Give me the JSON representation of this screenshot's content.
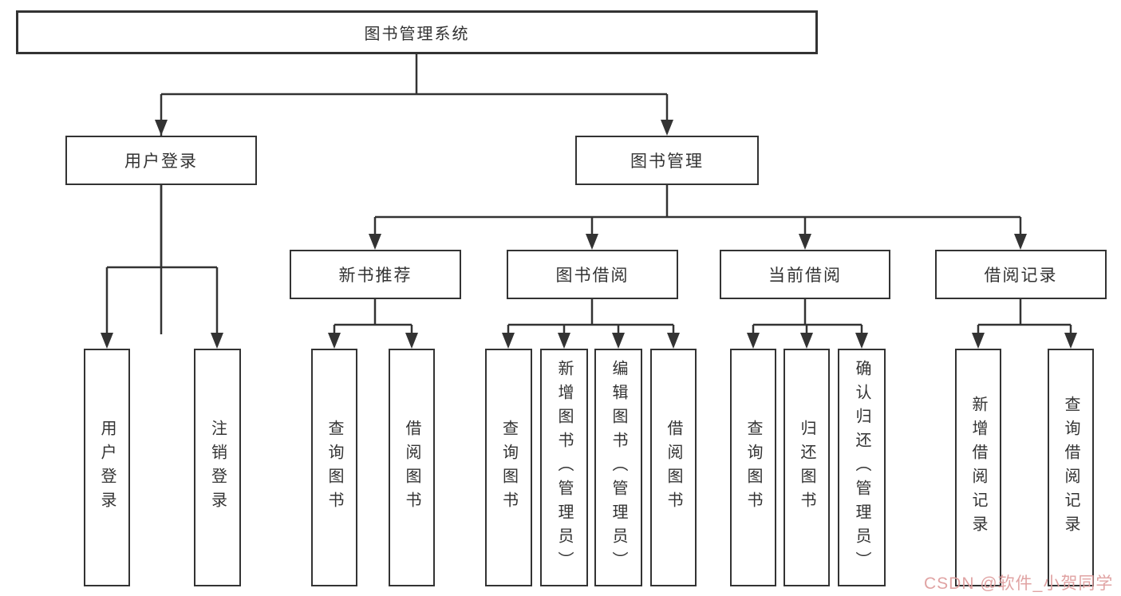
{
  "diagram": {
    "root": "图书管理系统",
    "user_login": {
      "label": "用户登录",
      "children": [
        "用户登录",
        "注销登录"
      ]
    },
    "book_mgmt": {
      "label": "图书管理",
      "modules": [
        {
          "label": "新书推荐",
          "children": [
            "查询图书",
            "借阅图书"
          ]
        },
        {
          "label": "图书借阅",
          "children": [
            "查询图书",
            "新增图书（管理员）",
            "编辑图书（管理员）",
            "借阅图书"
          ]
        },
        {
          "label": "当前借阅",
          "children": [
            "查询图书",
            "归还图书",
            "确认归还（管理员）"
          ]
        },
        {
          "label": "借阅记录",
          "children": [
            "新增借阅记录",
            "查询借阅记录"
          ]
        }
      ]
    }
  },
  "watermark": {
    "text": "CSDN @软件_小贺同学"
  },
  "colors": {
    "line": "#333333",
    "box_border": "#333333",
    "text": "#333333",
    "background": "#ffffff",
    "watermark": "#de9e9e"
  }
}
